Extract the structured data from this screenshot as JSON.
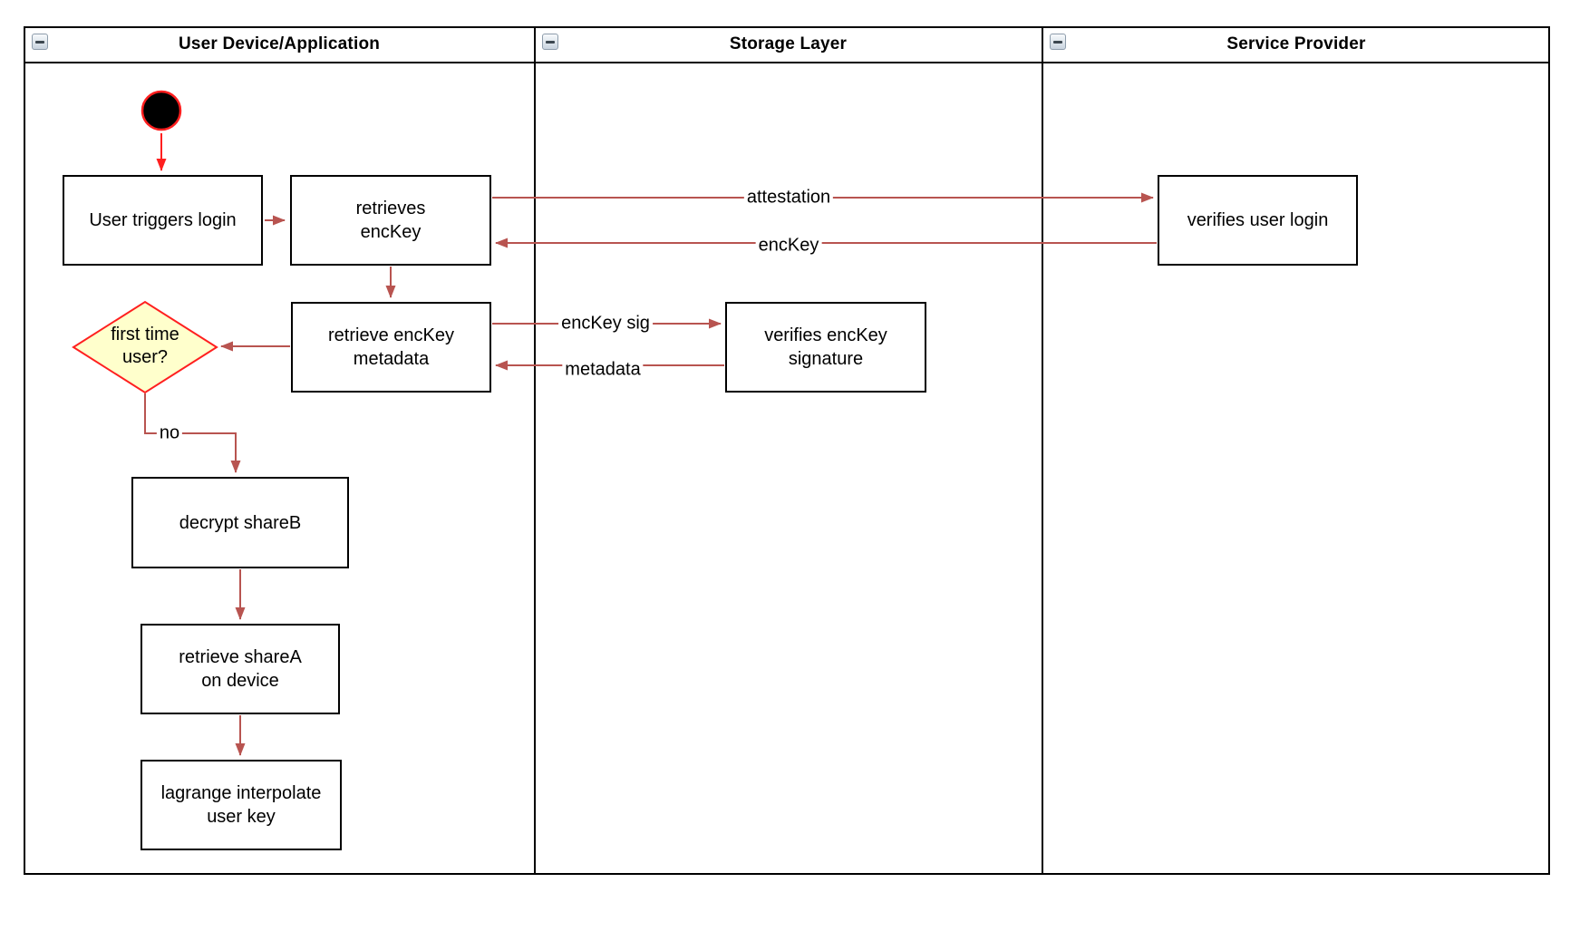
{
  "colors": {
    "edge": "#B85450",
    "accent_red": "#FF0000",
    "diamond_fill": "#FFFFCC",
    "shape_border": "#000000",
    "shape_fill": "#FFFFFF"
  },
  "lanes": [
    {
      "label": "User Device/Application",
      "collapse_icon": "minus"
    },
    {
      "label": "Storage Layer",
      "collapse_icon": "minus"
    },
    {
      "label": "Service Provider",
      "collapse_icon": "minus"
    }
  ],
  "nodes": {
    "start": {
      "type": "initial-node"
    },
    "user_triggers_login": {
      "label": "User triggers login"
    },
    "retrieves_enckey": {
      "label": "retrieves\nencKey"
    },
    "verifies_user_login": {
      "label": "verifies user login"
    },
    "retrieve_enckey_metadata": {
      "label": "retrieve encKey\nmetadata"
    },
    "verifies_enckey_signature": {
      "label": "verifies encKey\nsignature"
    },
    "first_time_user": {
      "label": "first time\nuser?"
    },
    "decrypt_shareb": {
      "label": "decrypt shareB"
    },
    "retrieve_sharea": {
      "label": "retrieve shareA\non device"
    },
    "lagrange_interpolate": {
      "label": "lagrange interpolate\nuser key"
    }
  },
  "edge_labels": {
    "attestation": "attestation",
    "enckey": "encKey",
    "enckey_sig": "encKey sig",
    "metadata": "metadata",
    "no": "no"
  }
}
